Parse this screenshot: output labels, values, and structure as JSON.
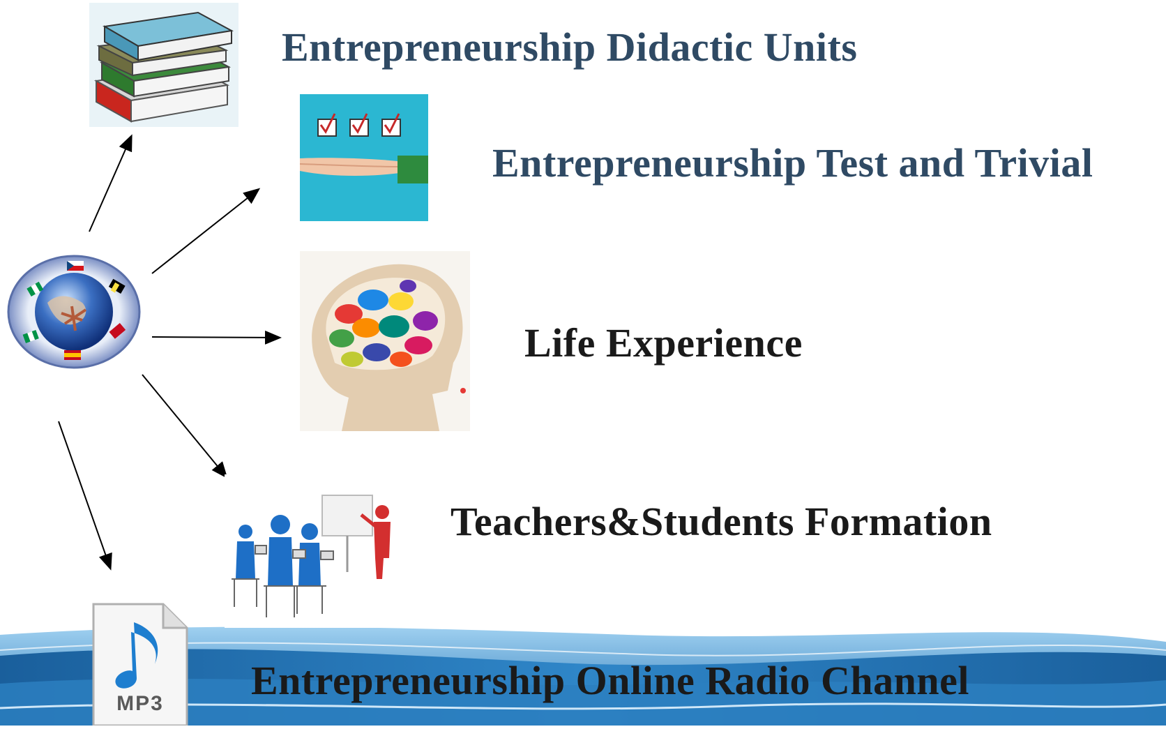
{
  "items": {
    "didactic_units": "Entrepreneurship Didactic Units",
    "test_trivial": "Entrepreneurship Test and Trivial",
    "life_experience": "Life Experience",
    "formation": "Teachers&Students Formation",
    "radio_channel": "Entrepreneurship Online Radio Channel"
  },
  "mp3_icon": {
    "text": "MP3"
  },
  "colors": {
    "title_blue": "#2f4a64",
    "title_dark": "#1a1a1a",
    "wave_blue": "#1f6fb0",
    "wave_light": "#8fc3e8"
  },
  "icons": [
    "books-icon",
    "checklist-hand-icon",
    "brain-speech-icon",
    "classroom-icon",
    "mp3-file-icon",
    "globe-flags-logo"
  ]
}
